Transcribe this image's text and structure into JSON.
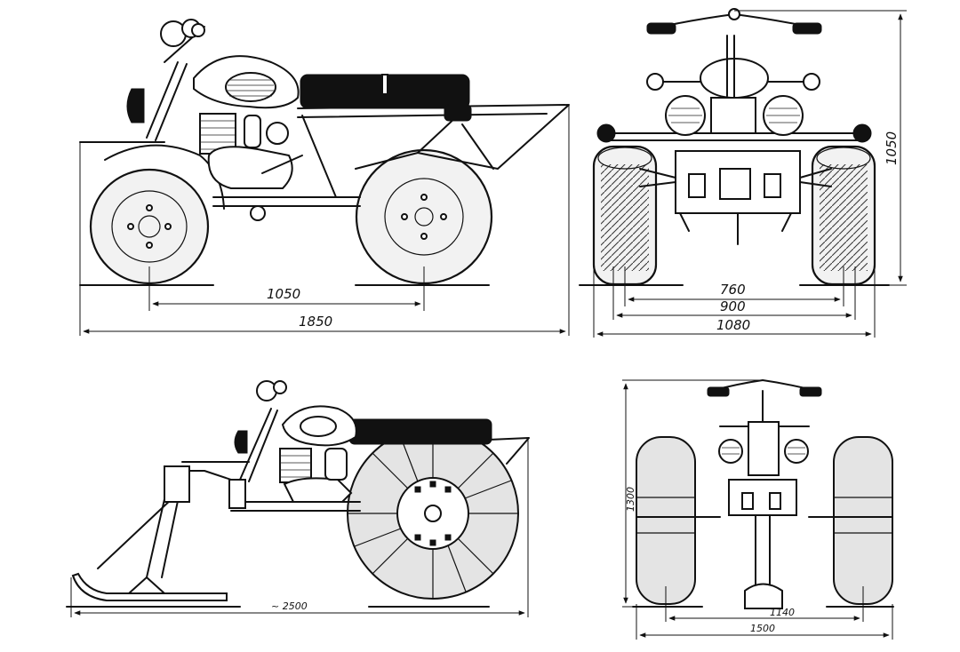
{
  "dimensions": {
    "side_view_wheelbase": "1050",
    "side_view_length": "1850",
    "front_view_height": "1050",
    "front_view_track_inner": "760",
    "front_view_track": "900",
    "front_view_width": "1080",
    "snow_side_length": "~ 2500",
    "snow_front_height": "1300",
    "snow_front_track": "1140",
    "snow_front_width": "1500"
  },
  "colors": {
    "ink": "#111111",
    "paper": "#ffffff",
    "shade": "#e4e4e4"
  }
}
